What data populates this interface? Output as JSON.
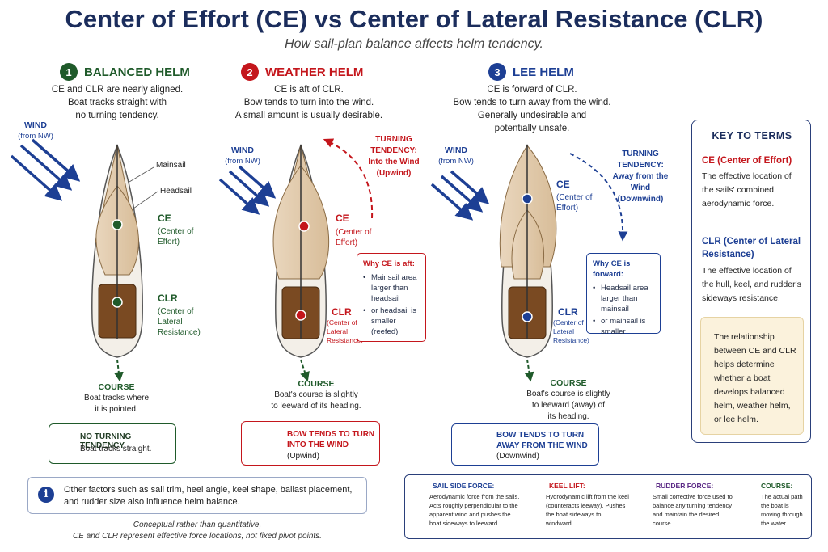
{
  "title": "Center of Effort (CE) vs Center of Lateral Resistance (CLR)",
  "subtitle": "How sail-plan balance affects helm tendency.",
  "colors": {
    "balanced": "#1f5a2a",
    "weather": "#c4161c",
    "lee": "#1d3f94",
    "navy": "#1b2d5c",
    "purple": "#5b2a86"
  },
  "panels": [
    {
      "number": "1",
      "heading": "BALANCED HELM",
      "desc": [
        "CE and CLR are nearly aligned.",
        "Boat tracks straight with",
        "no turning tendency."
      ],
      "wind": "WIND",
      "wind_dir": "(from NW)",
      "mainsail": "Mainsail",
      "headsail": "Headsail",
      "ce": "CE",
      "ce_sub": [
        "(Center of",
        "Effort)"
      ],
      "clr": "CLR",
      "clr_sub": [
        "(Center of",
        "Lateral",
        "Resistance)"
      ],
      "course_title": "COURSE",
      "course_text": [
        "Boat tracks where",
        "it is pointed."
      ],
      "box_title": "NO TURNING TENDENCY",
      "box_sub": "Boat tracks straight."
    },
    {
      "number": "2",
      "heading": "WEATHER HELM",
      "desc": [
        "CE is aft of CLR.",
        "Bow tends to turn into the wind.",
        "A small amount is usually desirable."
      ],
      "wind": "WIND",
      "wind_dir": "(from NW)",
      "turning": [
        "TURNING",
        "TENDENCY:",
        "Into the Wind",
        "(Upwind)"
      ],
      "ce": "CE",
      "ce_sub": [
        "(Center of",
        "Effort)"
      ],
      "clr": "CLR",
      "clr_sub": [
        "(Center of",
        "Lateral",
        "Resistance)"
      ],
      "why_title": "Why CE is aft:",
      "why_items": [
        "Mainsail area larger than headsail",
        "or headsail is smaller (reefed)"
      ],
      "course_title": "COURSE",
      "course_text": [
        "Boat's course is slightly",
        "to leeward of its heading."
      ],
      "box_title": [
        "BOW TENDS TO TURN",
        "INTO THE WIND"
      ],
      "box_sub": "(Upwind)"
    },
    {
      "number": "3",
      "heading": "LEE HELM",
      "desc": [
        "CE is forward of CLR.",
        "Bow tends to turn away from the wind.",
        "Generally undesirable and",
        "potentially unsafe."
      ],
      "wind": "WIND",
      "wind_dir": "(from NW)",
      "turning": [
        "TURNING",
        "TENDENCY:",
        "Away from the",
        "Wind (Downwind)"
      ],
      "ce": "CE",
      "ce_sub": [
        "(Center of",
        "Effort)"
      ],
      "clr": "CLR",
      "clr_sub": [
        "(Center of",
        "Lateral",
        "Resistance)"
      ],
      "why_title": "Why CE is forward:",
      "why_items": [
        "Headsail area larger than mainsail",
        "or mainsail is smaller"
      ],
      "course_title": "COURSE",
      "course_text": [
        "Boat's course is slightly",
        "to leeward (away) of",
        "its heading."
      ],
      "box_title": [
        "BOW TENDS TO TURN",
        "AWAY FROM THE WIND"
      ],
      "box_sub": "(Downwind)"
    }
  ],
  "key": {
    "title": "KEY TO TERMS",
    "ce_title": "CE (Center of Effort)",
    "ce_text": "The effective location of the sails' combined aerodynamic force.",
    "clr_title": "CLR (Center of Lateral Resistance)",
    "clr_text": "The effective location of the hull, keel, and rudder's sideways resistance.",
    "note_icon": "lightbulb-icon",
    "note": "The relationship between CE and CLR helps determine whether a boat develops balanced helm, weather helm, or lee helm."
  },
  "info": {
    "icon": "info-icon",
    "text": "Other factors such as sail trim, heel angle, keel shape, ballast placement, and rudder size also influence helm balance."
  },
  "footnote": [
    "Conceptual rather than quantitative,",
    "CE and CLR represent effective force locations, not fixed pivot points."
  ],
  "legend": [
    {
      "title": "SAIL SIDE FORCE:",
      "text": "Aerodynamic force from the sails. Acts roughly perpendicular to the apparent wind and pushes the boat sideways to leeward.",
      "color": "#1d3f94"
    },
    {
      "title": "KEEL LIFT:",
      "text": "Hydrodynamic lift from the keel (counteracts leeway). Pushes the boat sideways to windward.",
      "color": "#c4161c"
    },
    {
      "title": "RUDDER FORCE:",
      "text": "Small corrective force used to balance any turning tendency and maintain the desired course.",
      "color": "#5b2a86"
    },
    {
      "title": "COURSE:",
      "text": "The actual path the boat is moving through the water.",
      "color": "#1f5a2a"
    }
  ]
}
